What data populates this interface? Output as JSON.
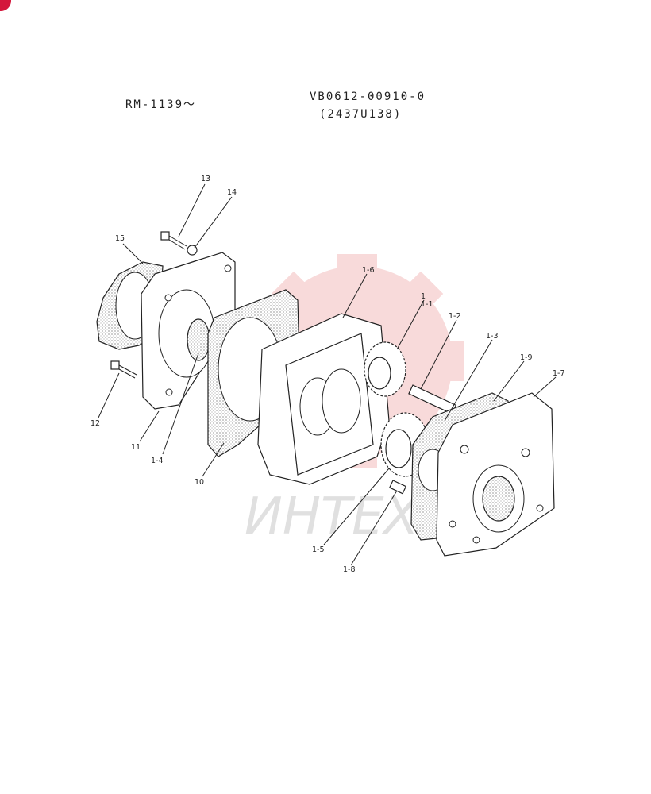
{
  "header": {
    "serial_range": "RM-1139〜",
    "part_number": "VB0612-00910-0",
    "sub_number": "(2437U138)"
  },
  "watermark": {
    "text": "ИНТЕХ",
    "color": "#e05a5a"
  },
  "callouts": [
    {
      "id": "13",
      "label": "13"
    },
    {
      "id": "14",
      "label": "14"
    },
    {
      "id": "15",
      "label": "15"
    },
    {
      "id": "12",
      "label": "12"
    },
    {
      "id": "11",
      "label": "11"
    },
    {
      "id": "1-4",
      "label": "1-4"
    },
    {
      "id": "10",
      "label": "10"
    },
    {
      "id": "1-6",
      "label": "1-6"
    },
    {
      "id": "1",
      "label": "1"
    },
    {
      "id": "1-1",
      "label": "1-1"
    },
    {
      "id": "1-2",
      "label": "1-2"
    },
    {
      "id": "1-3",
      "label": "1-3"
    },
    {
      "id": "1-9",
      "label": "1-9"
    },
    {
      "id": "1-7",
      "label": "1-7"
    },
    {
      "id": "1-5",
      "label": "1-5"
    },
    {
      "id": "1-8",
      "label": "1-8"
    }
  ]
}
